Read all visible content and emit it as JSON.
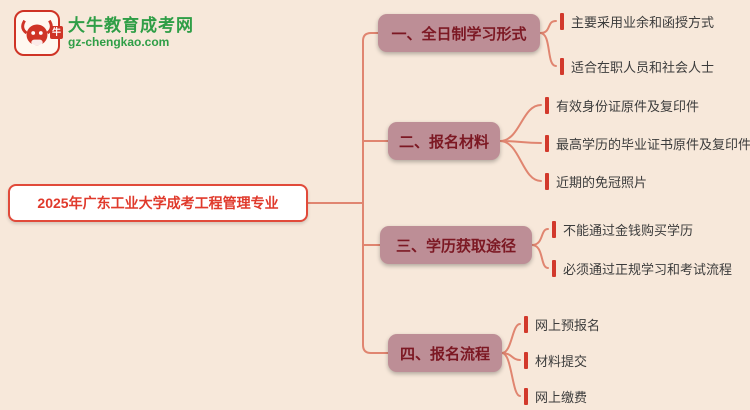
{
  "site": {
    "name": "大牛教育成考网",
    "domain": "gz-chengkao.com",
    "seal_char": "牛"
  },
  "mindmap": {
    "root": "2025年广东工业大学成考工程管理专业",
    "branches": [
      {
        "label": "一、全日制学习形式",
        "children": [
          "主要采用业余和函授方式",
          "适合在职人员和社会人士"
        ]
      },
      {
        "label": "二、报名材料",
        "children": [
          "有效身份证原件及复印件",
          "最高学历的毕业证书原件及复印件",
          "近期的免冠照片"
        ]
      },
      {
        "label": "三、学历获取途径",
        "children": [
          "不能通过金钱购买学历",
          "必须通过正规学习和考试流程"
        ]
      },
      {
        "label": "四、报名流程",
        "children": [
          "网上预报名",
          "材料提交",
          "网上缴费"
        ]
      }
    ]
  },
  "colors": {
    "background": "#f7e8da",
    "connector": "#e08570",
    "branch_bg": "#bd8e96",
    "branch_text": "#7c1823",
    "root_text": "#e03a2c",
    "root_border": "#e14a3a",
    "leaf_text": "#3c3c3c",
    "leaf_marker": "#d2392c",
    "logo_green": "#2f9e46",
    "logo_red": "#cf3426"
  }
}
